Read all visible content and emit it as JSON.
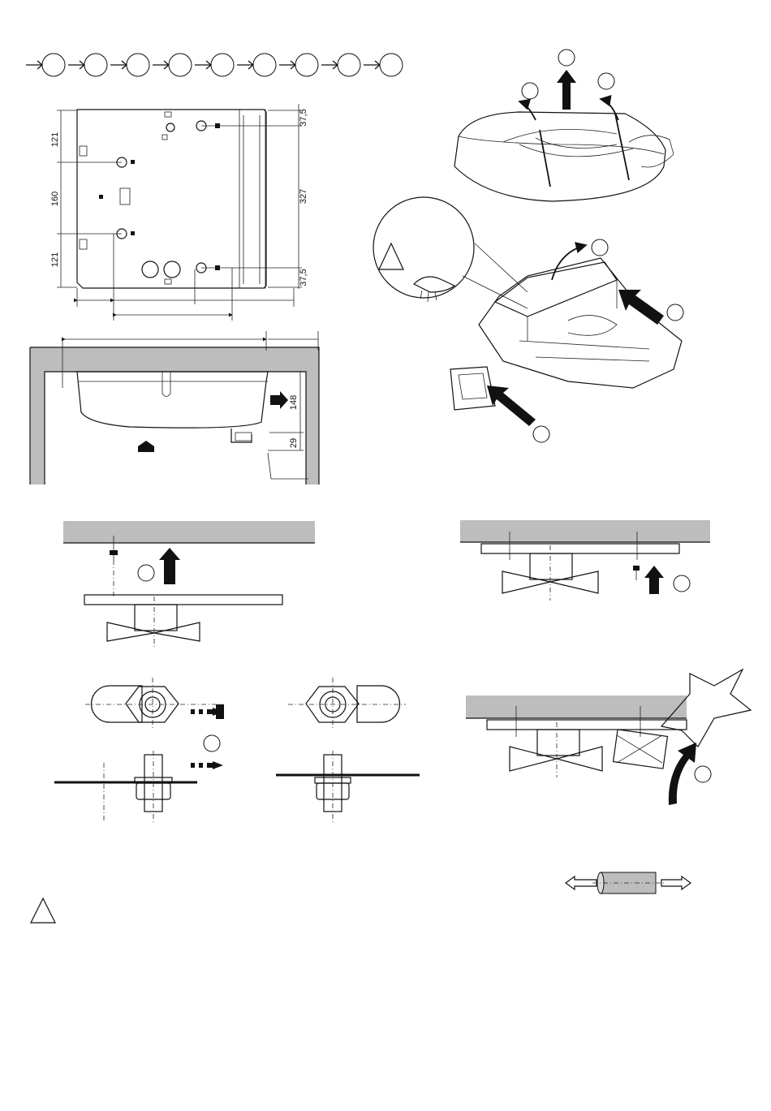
{
  "dimensions": {
    "left_top": "121",
    "left_middle": "160",
    "left_bottom": "121",
    "right_top": "37,5",
    "right_middle": "327",
    "right_bottom": "37,5",
    "side_height": "148",
    "side_drain": "29"
  },
  "step_chain": {
    "count": 9
  },
  "warning_symbol": "triangle-warning-icon"
}
